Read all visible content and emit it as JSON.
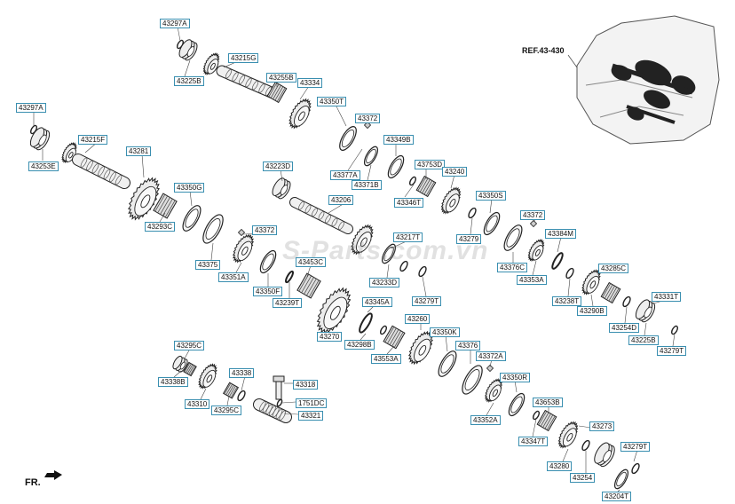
{
  "reference": "REF.43-430",
  "front_marker": "FR.",
  "watermark": "S-Parts.com.vn",
  "parts": [
    {
      "code": "43297A",
      "icon": "snap-ring"
    },
    {
      "code": "43225B",
      "icon": "bearing"
    },
    {
      "code": "43215G",
      "icon": "shaft"
    },
    {
      "code": "43255B",
      "icon": "bearing-race"
    },
    {
      "code": "43334",
      "icon": "gear"
    },
    {
      "code": "43350T",
      "icon": "synchro-ring"
    },
    {
      "code": "43372",
      "icon": "key"
    },
    {
      "code": "43349B",
      "icon": "hub"
    },
    {
      "code": "43377A",
      "icon": "ring"
    },
    {
      "code": "43371B",
      "icon": "sleeve"
    },
    {
      "code": "43297A",
      "icon": "snap-ring"
    },
    {
      "code": "43215F",
      "icon": "shaft"
    },
    {
      "code": "43253E",
      "icon": "bearing"
    },
    {
      "code": "43281",
      "icon": "gear"
    },
    {
      "code": "43223D",
      "icon": "bearing"
    },
    {
      "code": "43206",
      "icon": "shaft"
    },
    {
      "code": "43753D",
      "icon": "bearing"
    },
    {
      "code": "43240",
      "icon": "gear"
    },
    {
      "code": "43346T",
      "icon": "snap-ring"
    },
    {
      "code": "43350G",
      "icon": "synchro-ring"
    },
    {
      "code": "43293C",
      "icon": "bearing"
    },
    {
      "code": "43372",
      "icon": "key"
    },
    {
      "code": "43375",
      "icon": "ring"
    },
    {
      "code": "43351A",
      "icon": "hub"
    },
    {
      "code": "43453C",
      "icon": "bearing"
    },
    {
      "code": "43350F",
      "icon": "synchro-ring"
    },
    {
      "code": "43239T",
      "icon": "snap-ring"
    },
    {
      "code": "43217T",
      "icon": "snap-ring"
    },
    {
      "code": "43233D",
      "icon": "bearing"
    },
    {
      "code": "43279T",
      "icon": "snap-ring"
    },
    {
      "code": "43350S",
      "icon": "synchro-ring"
    },
    {
      "code": "43372",
      "icon": "key"
    },
    {
      "code": "43279",
      "icon": "snap-ring"
    },
    {
      "code": "43384M",
      "icon": "sleeve"
    },
    {
      "code": "43376C",
      "icon": "ring"
    },
    {
      "code": "43353A",
      "icon": "hub"
    },
    {
      "code": "43285C",
      "icon": "bearing"
    },
    {
      "code": "43238T",
      "icon": "snap-ring"
    },
    {
      "code": "43290B",
      "icon": "gear"
    },
    {
      "code": "43331T",
      "icon": "snap-ring"
    },
    {
      "code": "43254D",
      "icon": "washer"
    },
    {
      "code": "43225B",
      "icon": "bearing"
    },
    {
      "code": "43279T",
      "icon": "snap-ring"
    },
    {
      "code": "43345A",
      "icon": "snap-ring"
    },
    {
      "code": "43270",
      "icon": "gear"
    },
    {
      "code": "43298B",
      "icon": "ring"
    },
    {
      "code": "43260",
      "icon": "gear"
    },
    {
      "code": "43553A",
      "icon": "bearing"
    },
    {
      "code": "43350K",
      "icon": "synchro-ring"
    },
    {
      "code": "43376",
      "icon": "ring"
    },
    {
      "code": "43372A",
      "icon": "key"
    },
    {
      "code": "43350R",
      "icon": "synchro-ring"
    },
    {
      "code": "43352A",
      "icon": "hub"
    },
    {
      "code": "43653B",
      "icon": "bearing"
    },
    {
      "code": "43347T",
      "icon": "snap-ring"
    },
    {
      "code": "43273",
      "icon": "gear"
    },
    {
      "code": "43280",
      "icon": "gear"
    },
    {
      "code": "43279T",
      "icon": "snap-ring"
    },
    {
      "code": "43254",
      "icon": "washer"
    },
    {
      "code": "43204T",
      "icon": "snap-ring"
    },
    {
      "code": "43295C",
      "icon": "bearing"
    },
    {
      "code": "43338",
      "icon": "washer"
    },
    {
      "code": "43338B",
      "icon": "bearing"
    },
    {
      "code": "43318",
      "icon": "bolt"
    },
    {
      "code": "43310",
      "icon": "gear"
    },
    {
      "code": "43295C",
      "icon": "bearing"
    },
    {
      "code": "1751DC",
      "icon": "washer"
    },
    {
      "code": "43321",
      "icon": "shaft"
    }
  ]
}
